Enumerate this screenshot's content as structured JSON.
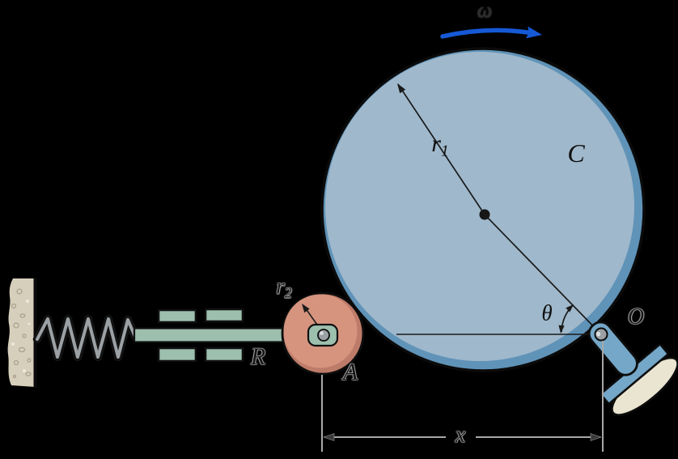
{
  "labels": {
    "omega": "ω",
    "r1": {
      "base": "r",
      "sub": "1"
    },
    "r2": {
      "base": "r",
      "sub": "2"
    },
    "cam": "C",
    "theta": "θ",
    "pivot": "O",
    "rod": "R",
    "roller": "A",
    "distance": "x"
  },
  "colors": {
    "background": "#000000",
    "cam_fill": "#9fb8cb",
    "cam_rim": "#6093b8",
    "roller_fill": "#d6947f",
    "roller_rim": "#bd7c69",
    "rod_fill": "#9dbfad",
    "wall_fill": "#d6cfbc",
    "wall_speckle": "#a89f88",
    "support_fill": "#74a7c8",
    "foot_fill": "#e9e5d1",
    "pin_fill": "#9aa0a3",
    "rotation_arrow": "#1659d6",
    "dimension_line": "#a8a8a8",
    "line_dark": "#1a1a1a"
  }
}
